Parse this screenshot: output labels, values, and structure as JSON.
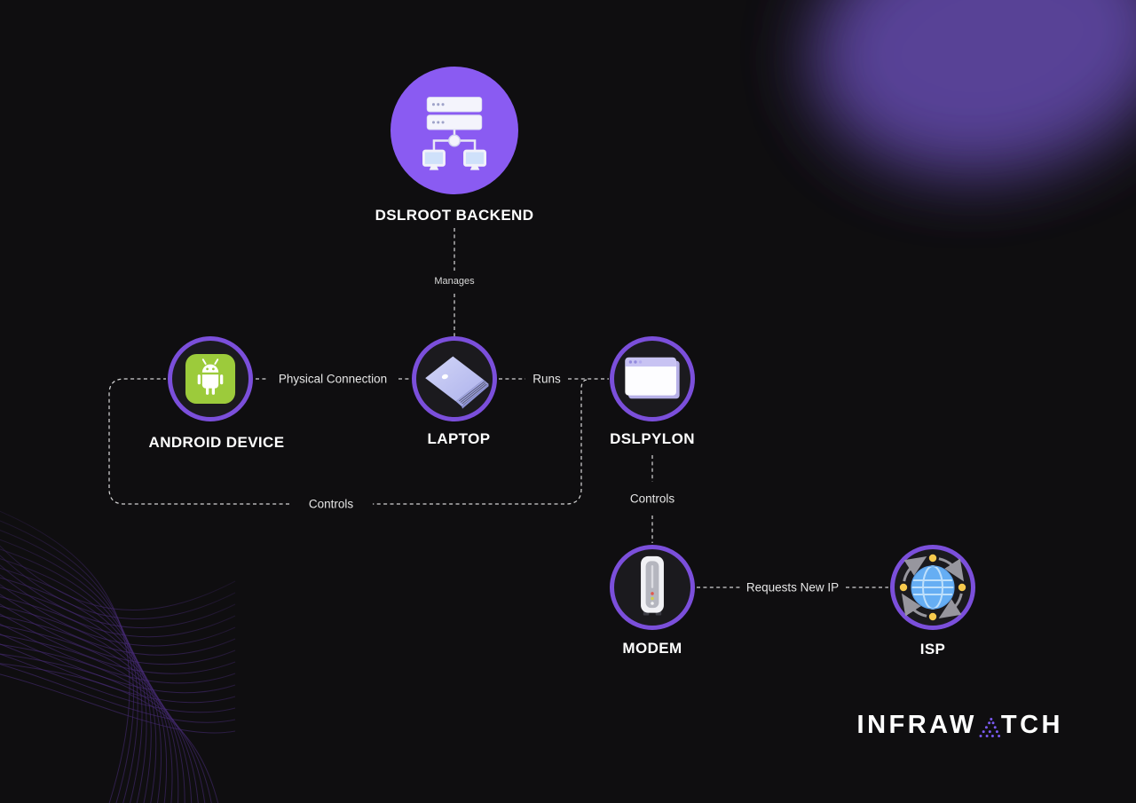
{
  "diagram": {
    "nodes": [
      {
        "id": "dslroot-backend",
        "label": "DSLROOT BACKEND",
        "icon": "server-network-icon"
      },
      {
        "id": "android-device",
        "label": "ANDROID DEVICE",
        "icon": "android-robot-icon"
      },
      {
        "id": "laptop",
        "label": "LAPTOP",
        "icon": "laptop-icon"
      },
      {
        "id": "dslpylon",
        "label": "DSLPYLON",
        "icon": "browser-window-icon"
      },
      {
        "id": "modem",
        "label": "MODEM",
        "icon": "modem-icon"
      },
      {
        "id": "isp",
        "label": "ISP",
        "icon": "globe-refresh-icon"
      }
    ],
    "edges": [
      {
        "from": "DSLROOT BACKEND",
        "to": "LAPTOP",
        "label": "Manages"
      },
      {
        "from": "ANDROID DEVICE",
        "to": "LAPTOP",
        "label": "Physical Connection"
      },
      {
        "from": "LAPTOP",
        "to": "DSLPYLON",
        "label": "Runs"
      },
      {
        "from": "DSLPYLON",
        "to": "ANDROID DEVICE",
        "label": "Controls"
      },
      {
        "from": "DSLPYLON",
        "to": "MODEM",
        "label": "Controls"
      },
      {
        "from": "MODEM",
        "to": "ISP",
        "label": "Requests New IP"
      }
    ]
  },
  "brand": {
    "wordmark_left": "INFRAW",
    "wordmark_right": "TCH",
    "glyph": "dotted-peak-icon"
  },
  "colors": {
    "background": "#0f0e10",
    "accent_purple": "#7b4fdb",
    "backend_fill": "#8a5bf2",
    "android_green": "#9ccb3b",
    "dashed_line": "#d2d2d2",
    "glow_purple": "#5b449e",
    "brand_accent": "#7a5af0"
  }
}
